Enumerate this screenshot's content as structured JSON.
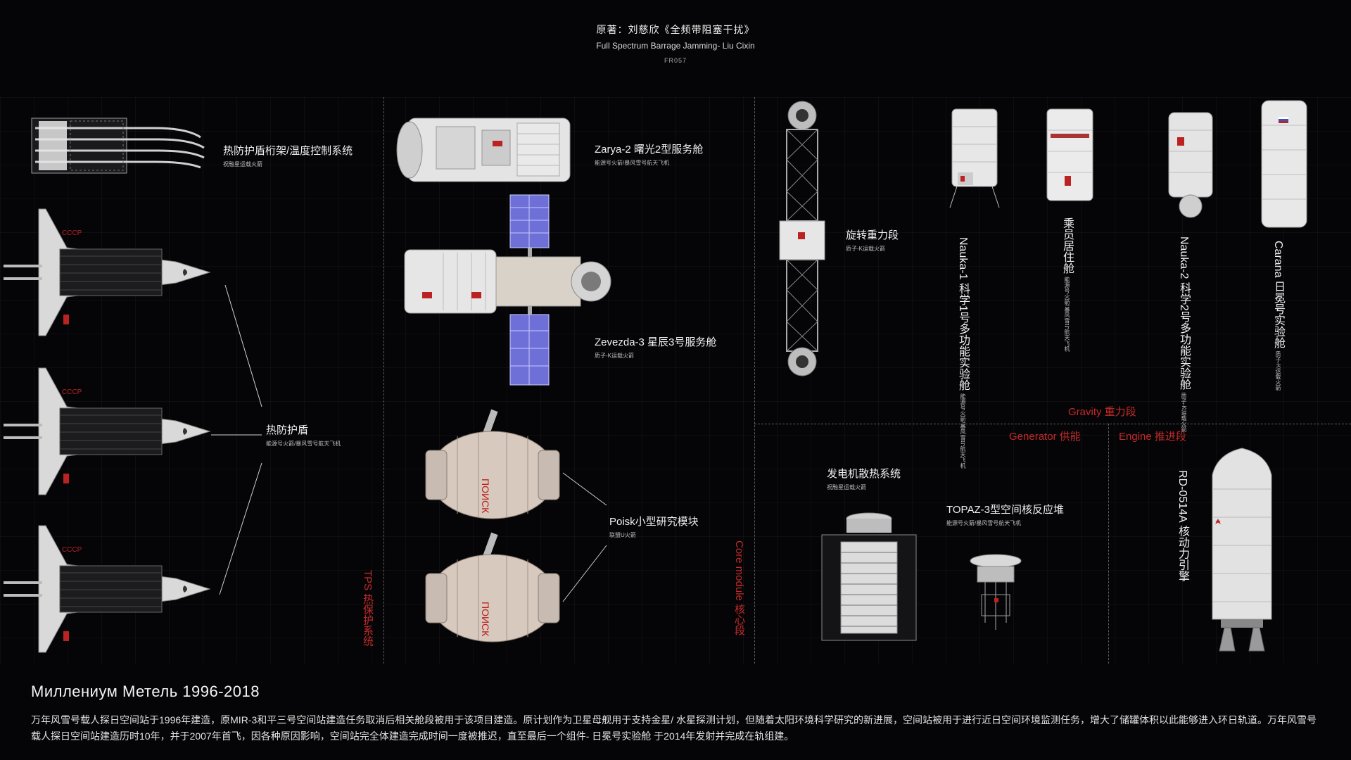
{
  "header": {
    "author": "原著：刘慈欣《全频带阻塞干扰》",
    "author_en": "Full Spectrum Barrage Jamming- Liu Cixin",
    "code": "FR057"
  },
  "sections": {
    "tps": "TPS 热保护系统",
    "core": "Core module 核心段",
    "gravity": "Gravity 重力段",
    "generator": "Generator 供能",
    "engine": "Engine 推进段"
  },
  "components": {
    "tps_truss": {
      "name": "热防护盾桁架/温度控制系统",
      "launcher": "祝融星运载火箭"
    },
    "heat_shield": {
      "name": "热防护盾",
      "launcher": "能源号火箭/暴风雪号航天飞机"
    },
    "zarya": {
      "name": "Zarya-2 曙光2型服务舱",
      "launcher": "能源号火箭/暴风雪号航天飞机"
    },
    "zevezda": {
      "name": "Zevezda-3 星辰3号服务舱",
      "launcher": "质子-K运载火箭"
    },
    "poisk": {
      "name": "Poisk小型研究模块",
      "launcher": "联盟U火箭"
    },
    "rotating": {
      "name": "旋转重力段",
      "launcher": "质子-K运载火箭"
    },
    "nauka1": {
      "name": "Nauka-1 科学1号多功能实验舱",
      "launcher": "能源号火箭/暴风雪号航天飞机"
    },
    "crew": {
      "name": "乘员居住舱",
      "launcher": "能源号火箭/暴风雪号航天飞机"
    },
    "nauka2": {
      "name": "Nauka-2 科学2号多功能实验舱",
      "launcher": "质子-K运载火箭"
    },
    "carana": {
      "name": "Carana 日冕号实验舱",
      "launcher": "质子-K运载火箭"
    },
    "radiator": {
      "name": "发电机散热系统",
      "launcher": "祝融星运载火箭"
    },
    "topaz": {
      "name": "TOPAZ-3型空间核反应堆",
      "launcher": "能源号火箭/暴风雪号航天飞机"
    },
    "engine": {
      "name": "RD-0514A 核动力引擎"
    }
  },
  "shuttle_markings": {
    "cccp": "СССР",
    "poisk_text": "ПОИСК"
  },
  "footer": {
    "title": "Миллениум Метель 1996-2018",
    "description": "万年风雪号载人探日空间站于1996年建造，原MIR-3和平三号空间站建造任务取消后相关舱段被用于该项目建造。原计划作为卫星母舰用于支持金星/ 水星探测计划，但随着太阳环境科学研究的新进展，空间站被用于进行近日空间环境监测任务，增大了储罐体积以此能够进入环日轨道。万年风雪号载人探日空间站建造历时10年，并于2007年首飞，因各种原因影响，空间站完全体建造完成时间一度被推迟，直至最后一个组件- 日冕号实验舱 于2014年发射并完成在轨组建。"
  },
  "colors": {
    "accent": "#c52a2a",
    "background": "#050507"
  }
}
